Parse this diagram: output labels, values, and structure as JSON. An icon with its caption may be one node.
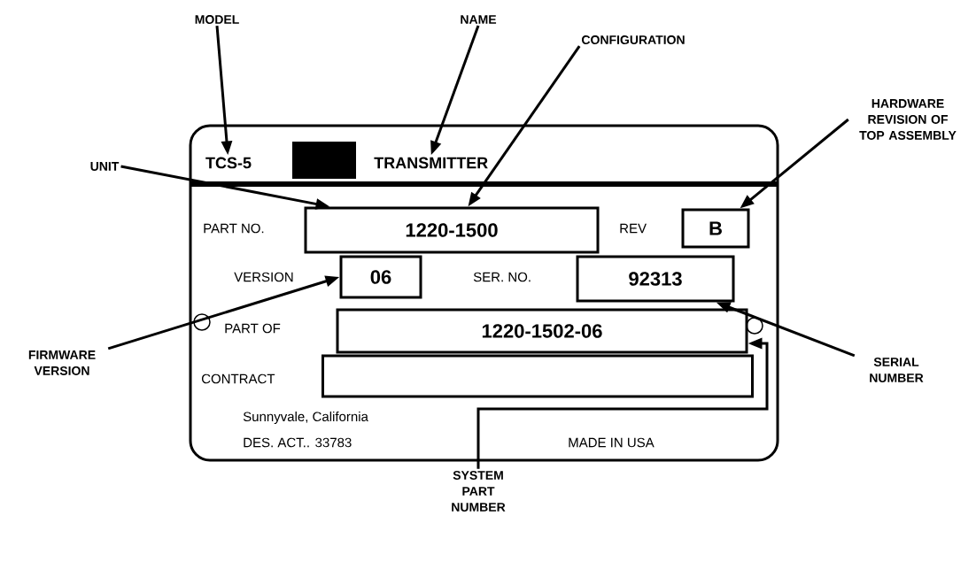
{
  "diagram": {
    "nodes": [
      {
        "text": [
          "PART NO.",
          "REV",
          "VERSION",
          "SER. NO.",
          "PART OF",
          "CONTRACT",
          "Sunnyvale, California",
          "DES. ACT.. 33783",
          "MADE IN USA"
        ]
      },
      {
        "text": [
          "TCS-5"
        ],
        "in": 0
      },
      {
        "text": [],
        "shape": "box",
        "in": 0
      },
      {
        "text": [
          "TRANSMITTER"
        ],
        "in": 0
      },
      {
        "text": [
          "1220-1500"
        ],
        "in": 0
      },
      {
        "text": [
          "B"
        ],
        "in": 0
      },
      {
        "text": [
          "06"
        ],
        "in": 0
      },
      {
        "text": [
          "92313"
        ],
        "in": 0
      },
      {
        "text": [
          "1220-1502-06"
        ],
        "in": 0
      },
      {
        "text": [],
        "shape": "box",
        "in": 0
      },
      {
        "text": [
          "MODEL"
        ]
      },
      {
        "text": [
          "NAME"
        ]
      },
      {
        "text": [
          "CONFIGURATION"
        ]
      },
      {
        "text": [
          "UNIT"
        ]
      },
      {
        "text": [
          "HARDWARE REVISION OF TOP ASSEMBLY"
        ]
      },
      {
        "text": [
          "FIRMWARE VERSION"
        ]
      },
      {
        "text": [
          "SERIAL NUMBER"
        ]
      },
      {
        "text": [
          "SYSTEM PART NUMBER"
        ]
      }
    ],
    "edges": [
      {
        "from": 10,
        "to": 1,
        "arrow": "to"
      },
      {
        "from": 11,
        "to": 3,
        "arrow": "to"
      },
      {
        "from": 12,
        "to": 4,
        "arrow": "to"
      },
      {
        "from": 13,
        "to": 4,
        "arrow": "to"
      },
      {
        "from": 14,
        "to": 5,
        "arrow": "to"
      },
      {
        "from": 15,
        "to": 6,
        "arrow": "to"
      },
      {
        "from": 16,
        "to": 7,
        "arrow": "to"
      },
      {
        "from": 17,
        "to": 8,
        "arrow": "to"
      }
    ]
  }
}
